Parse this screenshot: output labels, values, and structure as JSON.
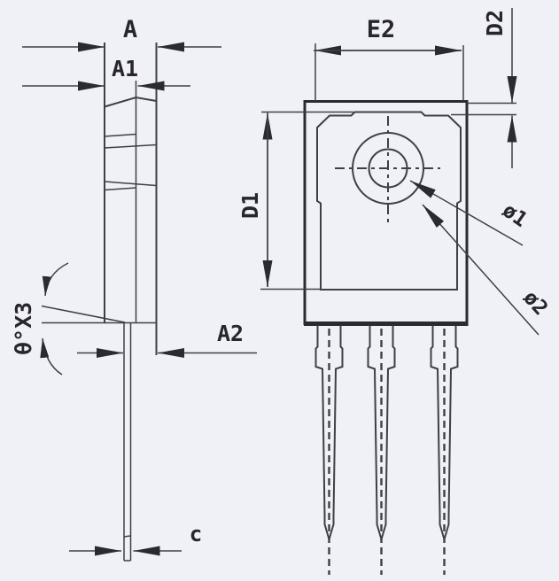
{
  "drawing": {
    "side_view": {
      "dims": {
        "a": "A",
        "a1": "A1",
        "a2": "A2",
        "c": "c",
        "angle": "θ°X3"
      }
    },
    "front_view": {
      "dims": {
        "e2": "E2",
        "d1": "D1",
        "d2": "D2",
        "dia1": "ø1",
        "dia2": "ø2"
      }
    }
  },
  "colors": {
    "background": "#f0f1f6",
    "line": "#3f3f46",
    "thick_line": "#2a2a31",
    "text": "#26262b"
  }
}
